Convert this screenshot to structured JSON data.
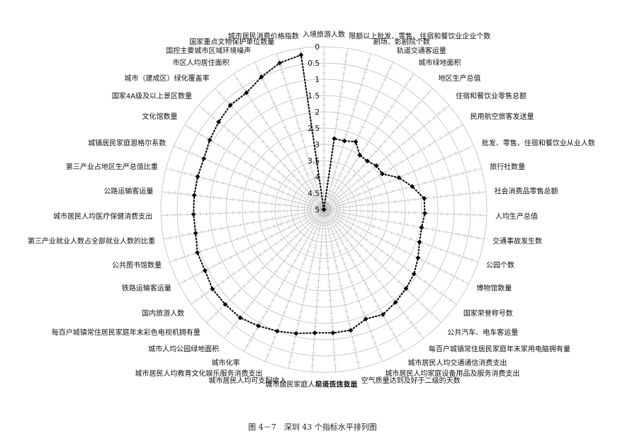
{
  "caption": "图 4－7　深圳 43 个指标水平排列图",
  "chart_data": {
    "type": "radar",
    "title": "",
    "scale": {
      "min": 0,
      "max": 5,
      "reversed": true,
      "ticks": [
        "0",
        "0.5",
        "1",
        "1.5",
        "2",
        "2.5",
        "3",
        "3.5",
        "4",
        "4.5",
        "5"
      ]
    },
    "grid": true,
    "categories": [
      "入境旅游人数",
      "限额以上批发、零售、住宿和餐饮业企业个数",
      "剧场、影剧院个数",
      "轨道交通客运量",
      "城市绿地面积",
      "地区生产总值",
      "住宿和餐饮业零售总额",
      "民用航空旅客发送量",
      "批发、零售、住宿和餐饮业从业人数",
      "旅行社数量",
      "社会消费品零售总额",
      "人均生产总值",
      "交通事故发生数",
      "公园个数",
      "博物馆数量",
      "国家荣誉称号数",
      "公共汽车、电车客运量",
      "每百户城镇常住居民家庭年末家用电脑拥有量",
      "城市居民人均交通通信消费支出",
      "城市居民人均家庭设备用品及服务消费支出",
      "空气质量达到及好于二级的天数",
      "星级饭店数量",
      "城市居民家庭人均消费性支出",
      "城市居民人均可支配收入",
      "城市居民人均教育文化娱乐服务消费支出",
      "城市化率",
      "城市人均公园绿地面积",
      "每百户城镇常住居民家庭年末彩色电视机拥有量",
      "国内旅游人数",
      "铁路运输客运量",
      "公共图书馆数量",
      "第三产业就业人数占全部就业人数的比重",
      "城市居民人均医疗保健消费支出",
      "公路运输客运量",
      "第三产业占地区生产总值比重",
      "城镇居民家庭恩格尔系数",
      "文化馆数量",
      "国家4A级及以上景区数量",
      "城市（建成区）绿化覆盖率",
      "市区人均居住面积",
      "国控主要城市区域环境噪声",
      "国家重点文物保护单位数量",
      "城市居民消费价格指数"
    ],
    "series": [
      {
        "name": "",
        "values": [
          5.0,
          2.8,
          2.8,
          2.7,
          3.0,
          3.0,
          2.9,
          2.9,
          2.5,
          2.2,
          1.9,
          1.9,
          1.95,
          1.9,
          1.75,
          1.6,
          1.5,
          1.4,
          1.3,
          1.4,
          1.2,
          1.2,
          1.2,
          1.1,
          1.0,
          0.9,
          0.8,
          0.8,
          0.8,
          0.9,
          0.9,
          1.0,
          1.0,
          1.0,
          1.0,
          1.0,
          0.9,
          0.8,
          0.7,
          0.7,
          0.5,
          0.3,
          0.2
        ]
      }
    ]
  }
}
